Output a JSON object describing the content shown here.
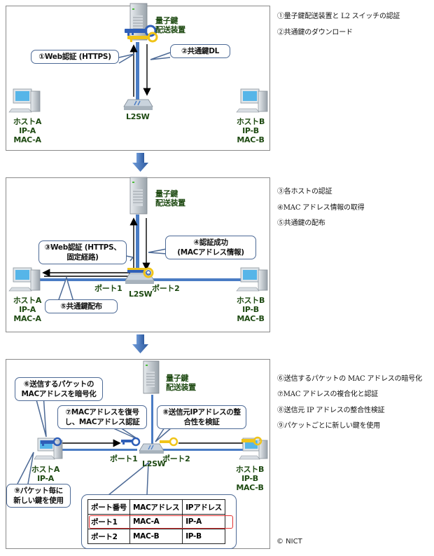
{
  "panels": [
    {
      "id": "step-1",
      "server_label": [
        "量子鍵",
        "配送装置"
      ],
      "switch_label": "L2SW",
      "host_a": [
        "ホストA",
        "IP-A",
        "MAC-A"
      ],
      "host_b": [
        "ホストB",
        "IP-B",
        "MAC-B"
      ],
      "callouts": [
        "①Web認証 (HTTPS)",
        "②共通鍵DL"
      ],
      "notes": [
        "①量子鍵配送装置と L2 スイッチの認証",
        "②共通鍵のダウンロード"
      ]
    },
    {
      "id": "step-2",
      "server_label": [
        "量子鍵",
        "配送装置"
      ],
      "switch_label": "L2SW",
      "port1": "ポート1",
      "port2": "ポート2",
      "host_a": [
        "ホストA",
        "IP-A",
        "MAC-A"
      ],
      "host_b": [
        "ホストB",
        "IP-B",
        "MAC-B"
      ],
      "callouts": [
        "③Web認証 (HTTPS、",
        "固定経路)",
        "④認証成功",
        "(MACアドレス情報)",
        "⑤共通鍵配布"
      ],
      "notes": [
        "③各ホストの認証",
        "④MAC アドレス情報の取得",
        "⑤共通鍵の配布"
      ]
    },
    {
      "id": "step-3",
      "server_label": [
        "量子鍵",
        "配送装置"
      ],
      "switch_label": "L2SW",
      "port1": "ポート1",
      "port2": "ポート2",
      "host_a": [
        "ホストA",
        "IP-A"
      ],
      "host_b": [
        "ホストB",
        "IP-B",
        "MAC-B"
      ],
      "callouts": [
        "⑥送信するパケットの",
        "MACアドレスを暗号化",
        "⑦MACアドレスを復号",
        "し、MACアドレス認証",
        "⑧送信元IPアドレスの整",
        "合性を検証",
        "⑨パケット毎に",
        "新しい鍵を使用"
      ],
      "notes": [
        "⑥送信するパケットの MAC アドレスの暗号化",
        "⑦MAC アドレスの複合化と認証",
        "⑧送信元 IP アドレスの整合性検証",
        "⑨パケットごとに新しい鍵を使用"
      ],
      "port_table": {
        "headers": [
          "ポート番号",
          "MACアドレス",
          "IPアドレス"
        ],
        "rows": [
          [
            "ポート1",
            "MAC-A",
            "IP-A"
          ],
          [
            "ポート2",
            "MAC-B",
            "IP-B"
          ]
        ],
        "highlighted_row": 0
      }
    }
  ],
  "copyright": "© NICT",
  "colors": {
    "label_green": "#1e4a12",
    "link_blue": "#4a7cc4",
    "callout_border": "#4d6a96",
    "key_blue": "#2f5fb8",
    "key_yellow": "#f0c419",
    "highlight_red": "#e03030",
    "arrow_blue": "#3a6cb0"
  }
}
